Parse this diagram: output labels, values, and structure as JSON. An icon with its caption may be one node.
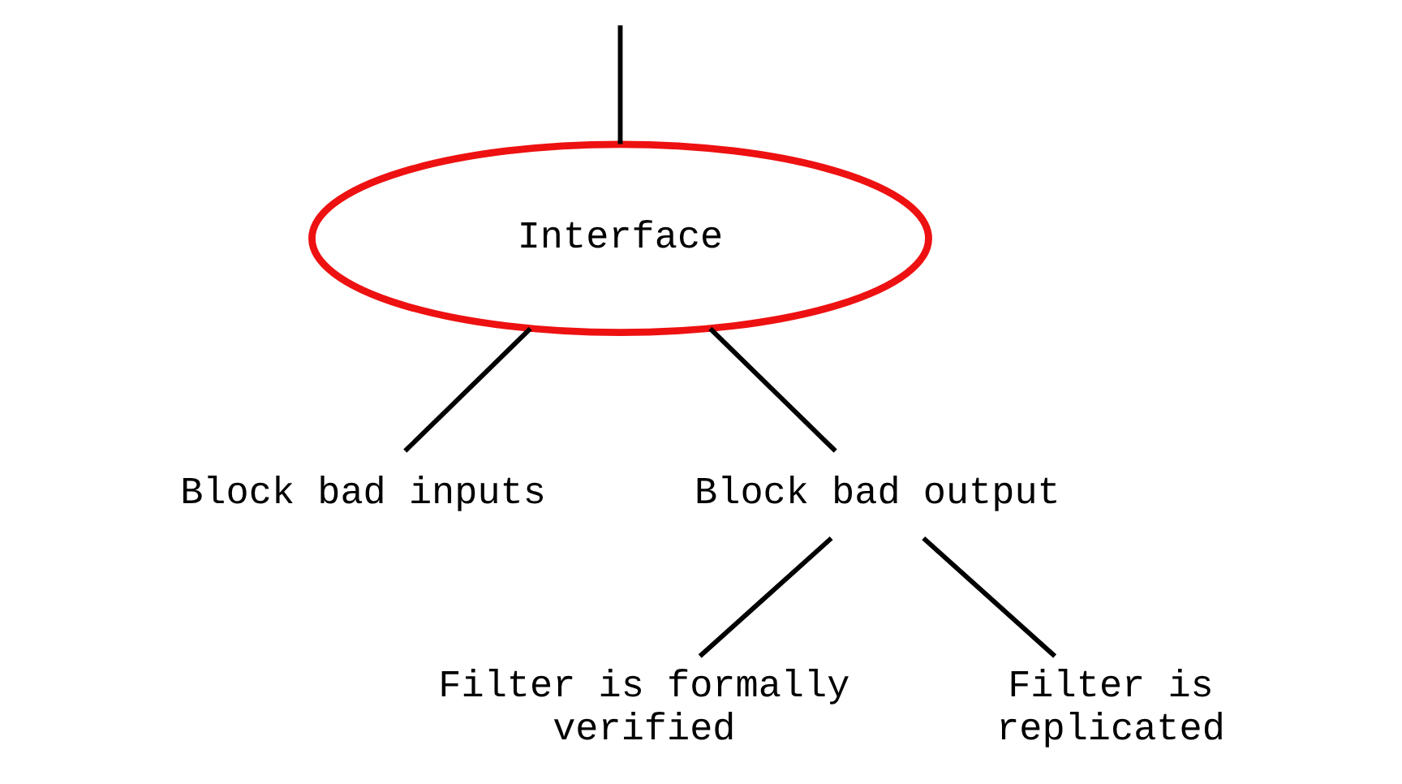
{
  "diagram": {
    "nodes": [
      {
        "text": [
          "Interface"
        ]
      },
      {
        "text": [
          "Block bad inputs"
        ]
      },
      {
        "text": [
          "Block bad output"
        ]
      },
      {
        "text": [
          "Filter is formally verified"
        ]
      },
      {
        "text": [
          "Filter is replicated"
        ]
      }
    ],
    "edges": [
      {
        "from": null,
        "to": 0,
        "arrow": "none"
      },
      {
        "from": 0,
        "to": 1,
        "arrow": "none"
      },
      {
        "from": 0,
        "to": 2,
        "arrow": "none"
      },
      {
        "from": 2,
        "to": 3,
        "arrow": "none"
      },
      {
        "from": 2,
        "to": 4,
        "arrow": "none"
      }
    ]
  }
}
